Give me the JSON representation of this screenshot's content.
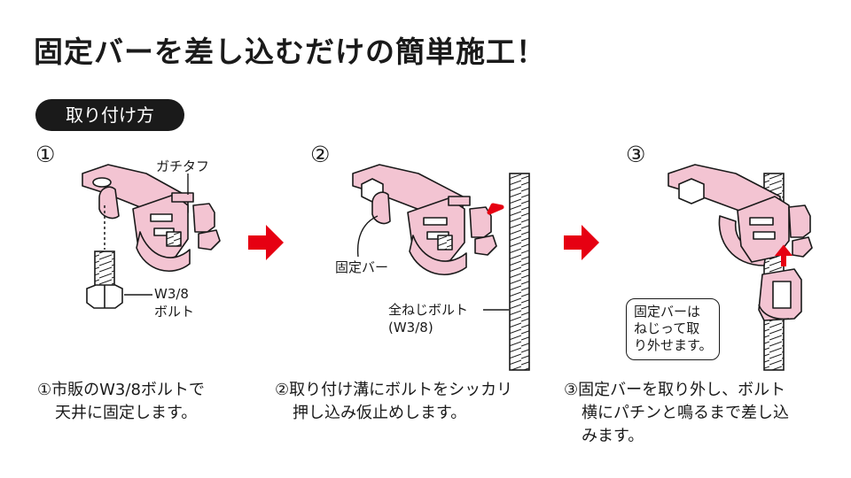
{
  "title": "固定バーを差し込むだけの簡単施工！",
  "section_label": "取り付け方",
  "steps": [
    {
      "number": "①",
      "labels": {
        "gachitaf": "ガチタフ",
        "bolt_line1": "W3/8",
        "bolt_line2": "ボルト"
      },
      "caption_line1": "①市販のW3/8ボルトで",
      "caption_line2": "天井に固定します。"
    },
    {
      "number": "②",
      "labels": {
        "fixed_bar": "固定バー",
        "full_thread_line1": "全ねじボルト",
        "full_thread_line2": "(W3/8)"
      },
      "caption_line1": "②取り付け溝にボルトをシッカリ",
      "caption_line2": "押し込み仮止めします。"
    },
    {
      "number": "③",
      "note_line1": "固定バーは",
      "note_line2": "ねじって取",
      "note_line3": "り外せます。",
      "caption_line1": "③固定バーを取り外し、ボルト",
      "caption_line2": "横にパチンと鳴るまで差し込",
      "caption_line3": "みます。"
    }
  ],
  "colors": {
    "part_fill": "#f3c4d2",
    "arrow": "#e60012",
    "outline": "#1a1a1a"
  },
  "icons": {
    "step_arrow": "right-arrow-icon",
    "push_arrow": "red-arrow-icon"
  }
}
